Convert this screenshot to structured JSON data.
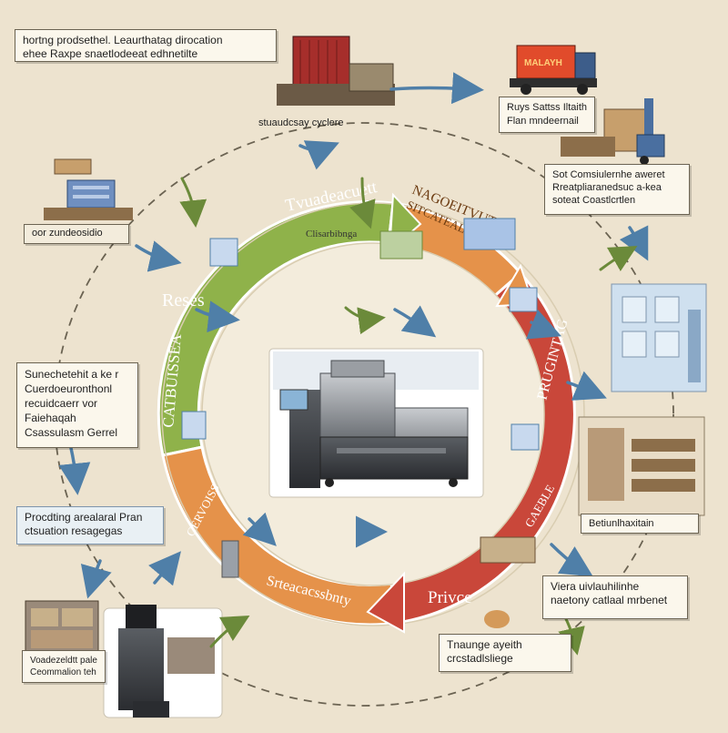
{
  "colors": {
    "background": "#ede3cf",
    "green": "#8fb24a",
    "orange": "#e5924a",
    "red": "#c9473a",
    "arrow": "#4f7fa8",
    "dash": "#6b6352"
  },
  "callouts": {
    "top_left": [
      "hortng prodsethel. Leaurthatag dirocation",
      "ehee Raxpe snaetlodeeat edhnetilte"
    ],
    "top_right": [
      "Ruys Sattss Iltaith",
      "Flan mndeernail"
    ],
    "right_mid": [
      "Sot Comsiulernhe aweret",
      "Rreatpliaranedsuc a-kea",
      "soteat Coastlcrtlen"
    ],
    "left_shelf": "oor zundeosidio",
    "left_mid": [
      "Sunechetehit a ke r",
      "Cuerdoeuronthonl",
      "recuidcaerr vor",
      "Faiehaqah",
      "Csassulasm Gerrel"
    ],
    "bottom_left": [
      "Procdting arealaral Pran",
      "ctsuation resagegas"
    ],
    "right_lower": "Betiunlhaxitain",
    "bottom_right": [
      "Viera uivlauhilinhe",
      "naetony catlaal mrbenet"
    ],
    "bottom_center": [
      "Tnaunge ayeith",
      "crcstadlsliege"
    ],
    "bottom_far_left": [
      "Voadezeldtt pale",
      "Ceommalion teh"
    ],
    "center_cycle": "stuaudcsay cyclere"
  },
  "ring_labels": {
    "green_top": "Tvuadeacuett",
    "green_sub": "Clisarbibnga",
    "green_left": "Reses",
    "orange_top_1": "NAGOEITVUTE",
    "orange_top_2": "SITCATEALA",
    "red_right": "PRUGINTAG",
    "red_right_lower": "GAEBLE",
    "orange_left": "CATBUISSEA",
    "orange_left_lower": "GERVOISS",
    "bottom_orange": "Srteacacssbnty",
    "bottom_red": "Privce"
  },
  "icons": {
    "warehouse": "warehouse-icon",
    "truck": "delivery-truck-icon",
    "machine": "printing-machine-icon",
    "forklift": "forklift-icon"
  }
}
